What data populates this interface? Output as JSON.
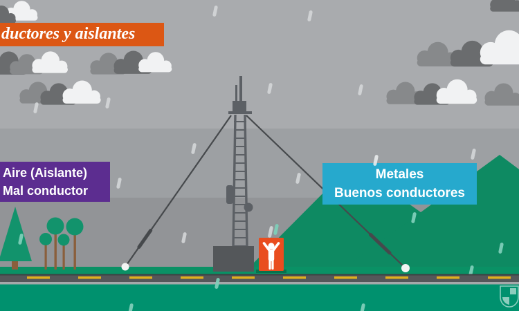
{
  "banner": {
    "label": "ductores y aislantes",
    "bg_color": "#dc5714",
    "text_color": "#ffffff"
  },
  "labels": {
    "air": {
      "line1": "Aire (Aislante)",
      "line2": "Mal conductor",
      "bg_color": "#5c2d90",
      "text_color": "#ffffff"
    },
    "metals": {
      "line1": "Metales",
      "line2": "Buenos conductores",
      "bg_color": "#26a9cd",
      "text_color": "#ffffff"
    }
  },
  "icons": {
    "clouds": "cloud-icon",
    "rain": "raindrop-icon",
    "tower": "radio-tower-icon",
    "person_sign": "person-warning-sign-icon",
    "trees": "tree-icon",
    "watermark": "shield-watermark-icon"
  },
  "scene": {
    "colors": {
      "sky_top": "#a9abae",
      "sky_mid": "#9da0a3",
      "sky_low": "#929497",
      "cloud_dark": "#6a6c6e",
      "cloud_medium": "#87898b",
      "cloud_white": "#f1f2f3",
      "mountain_green": "#0e8a62",
      "grass_green": "#0a9165",
      "ground_teal": "#00916e",
      "road_gray": "#55575a",
      "road_top_edge": "#3e4043",
      "road_line_yellow": "#dfaf1e",
      "road_edge_light": "#a6a8aa",
      "tower_gray": "#5c6065",
      "building_gray": "#54575a",
      "wire_gray": "#46494c",
      "anchor_white": "#f3f4f4",
      "tree_green": "#12936c",
      "tree_trunk_brown": "#8a5f3c",
      "sign_orange": "#e94d1f",
      "rain_sky": "#d5d7d9",
      "rain_green": "#7ecdb8"
    }
  }
}
